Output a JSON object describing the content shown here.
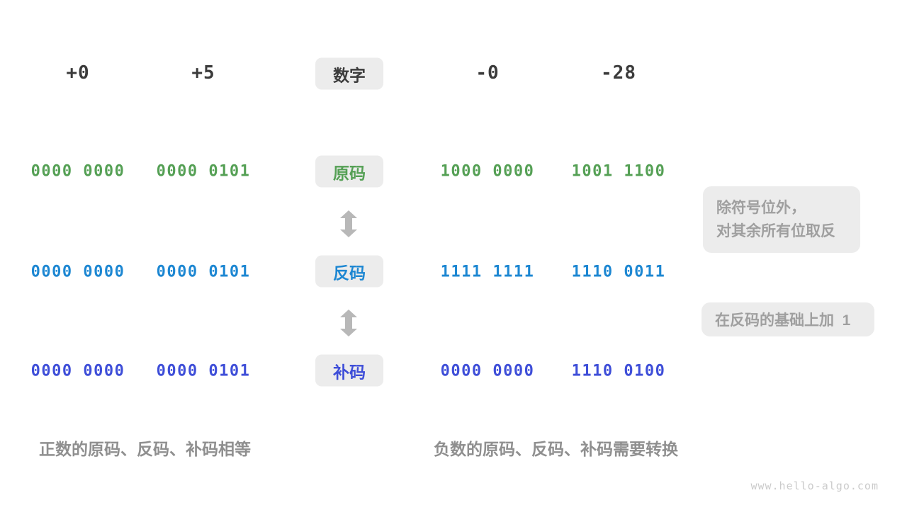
{
  "header": {
    "columns": [
      "+0",
      "+5",
      "-0",
      "-28"
    ],
    "center_label": "数字"
  },
  "rows": [
    {
      "label": "原码",
      "values": [
        "0000 0000",
        "0000 0101",
        "1000 0000",
        "1001 1100"
      ]
    },
    {
      "label": "反码",
      "values": [
        "0000 0000",
        "0000 0101",
        "1111 1111",
        "1110 0011"
      ]
    },
    {
      "label": "补码",
      "values": [
        "0000 0000",
        "0000 0101",
        "0000 0000",
        "1110 0100"
      ]
    }
  ],
  "annotations": {
    "invert": {
      "line1": "除符号位外，",
      "line2": "对其余所有位取反"
    },
    "add_one": "在反码的基础上加  1"
  },
  "captions": {
    "positive": "正数的原码、反码、补码相等",
    "negative": "负数的原码、反码、补码需要转换"
  },
  "watermark": "www.hello-algo.com",
  "colors": {
    "sign_magnitude_green": "#55a055",
    "ones_complement_blue": "#1d87d2",
    "twos_complement_indigo": "#3e4ed8",
    "label_box_bg": "#ececec",
    "gray_text": "#9f9f9f"
  }
}
